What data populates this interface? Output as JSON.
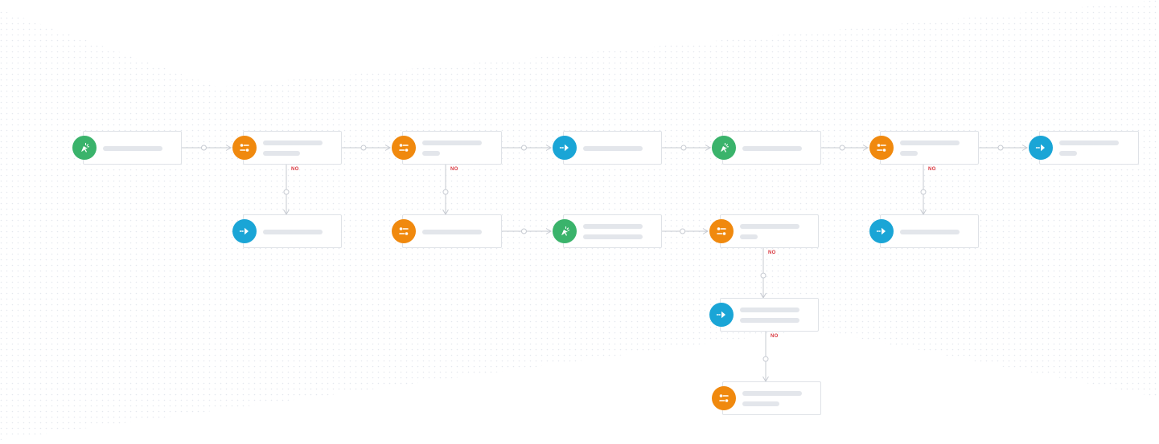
{
  "colors": {
    "trigger": "#3ab36b",
    "condition": "#f0890e",
    "action": "#1aa5d6",
    "connector": "#c7cbd2",
    "placeholder_bar": "#e3e6eb",
    "branch_label": "#d9363e",
    "dot_pattern": "#e4e8ee"
  },
  "legend_icons": {
    "trigger": "cursor-click-icon",
    "condition": "sliders-icon",
    "action": "send-arrow-icon"
  },
  "branch_label": "NO",
  "nodes": [
    {
      "id": "n1",
      "type": "trigger",
      "lines": "single"
    },
    {
      "id": "n2",
      "type": "condition",
      "lines": "double-mid"
    },
    {
      "id": "n3",
      "type": "condition",
      "lines": "double-short"
    },
    {
      "id": "n4",
      "type": "action",
      "lines": "single"
    },
    {
      "id": "n5",
      "type": "trigger",
      "lines": "single"
    },
    {
      "id": "n6",
      "type": "condition",
      "lines": "double-short"
    },
    {
      "id": "n7",
      "type": "action",
      "lines": "double-short"
    },
    {
      "id": "n8",
      "type": "action",
      "lines": "single"
    },
    {
      "id": "n9",
      "type": "condition",
      "lines": "single"
    },
    {
      "id": "n10",
      "type": "trigger",
      "lines": "double-wide"
    },
    {
      "id": "n11",
      "type": "condition",
      "lines": "double-short"
    },
    {
      "id": "n12",
      "type": "action",
      "lines": "single"
    },
    {
      "id": "n13",
      "type": "action",
      "lines": "double-wide"
    },
    {
      "id": "n14",
      "type": "condition",
      "lines": "double-mid"
    }
  ],
  "edges": [
    {
      "from": "n1",
      "to": "n2"
    },
    {
      "from": "n2",
      "to": "n3"
    },
    {
      "from": "n3",
      "to": "n4"
    },
    {
      "from": "n4",
      "to": "n5"
    },
    {
      "from": "n5",
      "to": "n6"
    },
    {
      "from": "n6",
      "to": "n7"
    },
    {
      "from": "n2",
      "to": "n8",
      "label": "NO"
    },
    {
      "from": "n3",
      "to": "n9",
      "label": "NO"
    },
    {
      "from": "n6",
      "to": "n12",
      "label": "NO"
    },
    {
      "from": "n9",
      "to": "n10"
    },
    {
      "from": "n10",
      "to": "n11"
    },
    {
      "from": "n11",
      "to": "n13",
      "label": "NO"
    },
    {
      "from": "n13",
      "to": "n14",
      "label": "NO"
    }
  ]
}
